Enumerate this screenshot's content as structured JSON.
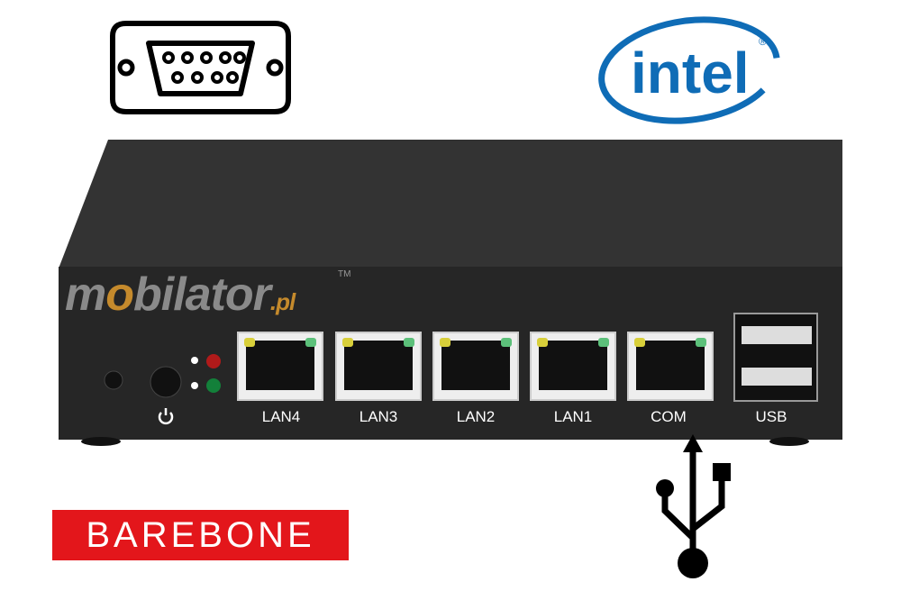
{
  "watermark": {
    "brand": "mobilator",
    "suffix": ".pl",
    "trademark": "TM"
  },
  "logos": {
    "intel": "intel",
    "intel_registered": "®"
  },
  "badge": {
    "label": "BAREBONE",
    "color": "#e3161b"
  },
  "ports": [
    {
      "label": "LAN4"
    },
    {
      "label": "LAN3"
    },
    {
      "label": "LAN2"
    },
    {
      "label": "LAN1"
    },
    {
      "label": "COM"
    },
    {
      "label": "USB"
    }
  ],
  "colors": {
    "device": "#2a2a2a",
    "intel_blue": "#0f6cb6",
    "led_red": "#b01a1a",
    "led_green": "#13803a"
  },
  "icons": [
    "serial-port-icon",
    "intel-logo",
    "usb-icon",
    "power-icon"
  ]
}
